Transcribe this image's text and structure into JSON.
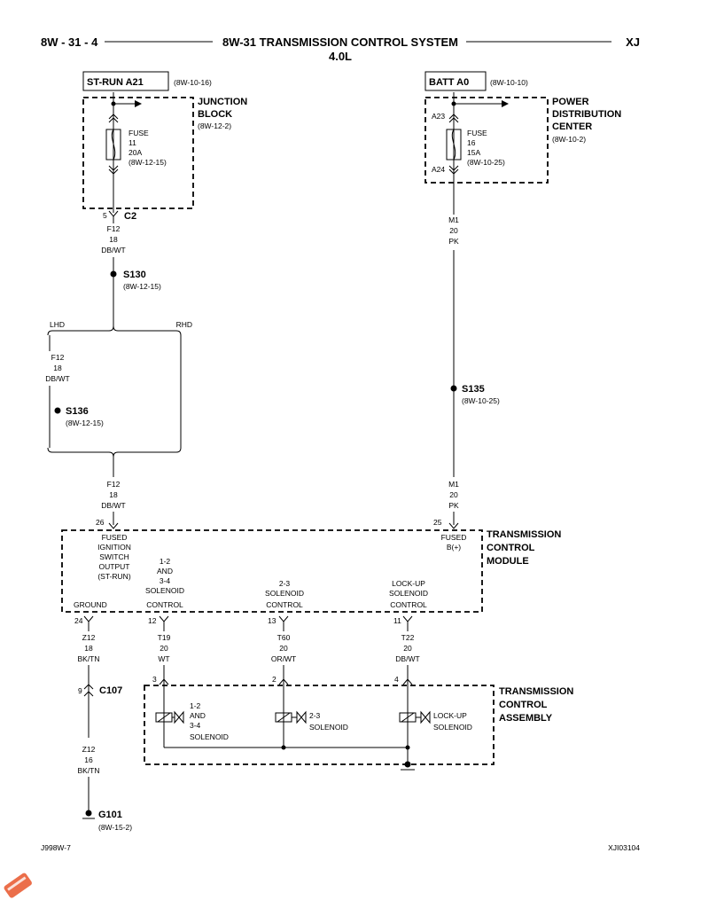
{
  "header": {
    "page_code": "8W - 31 - 4",
    "title": "8W-31 TRANSMISSION CONTROL SYSTEM",
    "vehicle": "XJ",
    "engine": "4.0L"
  },
  "footer": {
    "left_code": "J998W-7",
    "right_code": "XJI03104"
  },
  "sources": {
    "st_run": {
      "label": "ST-RUN A21",
      "ref": "(8W-10-16)"
    },
    "batt": {
      "label": "BATT A0",
      "ref": "(8W-10-10)"
    }
  },
  "junction_block": {
    "name_line1": "JUNCTION",
    "name_line2": "BLOCK",
    "ref": "(8W-12-2)",
    "fuse": [
      "FUSE",
      "11",
      "20A",
      "(8W-12-15)"
    ]
  },
  "pdc": {
    "name_line1": "POWER",
    "name_line2": "DISTRIBUTION",
    "name_line3": "CENTER",
    "ref": "(8W-10-2)",
    "cavity_in": "A23",
    "cavity_out": "A24",
    "fuse": [
      "FUSE",
      "16",
      "15A",
      "(8W-10-25)"
    ]
  },
  "connector_c2": {
    "pin": "5",
    "name": "C2"
  },
  "wire_f12_top": [
    "F12",
    "18",
    "DB/WT"
  ],
  "wire_m1_top": [
    "M1",
    "20",
    "PK"
  ],
  "splice_s130": {
    "name": "S130",
    "ref": "(8W-12-15)"
  },
  "lhd_label": "LHD",
  "rhd_label": "RHD",
  "wire_f12_lhd": [
    "F12",
    "18",
    "DB/WT"
  ],
  "splice_s136": {
    "name": "S136",
    "ref": "(8W-12-15)"
  },
  "splice_s135": {
    "name": "S135",
    "ref": "(8W-10-25)"
  },
  "wire_f12_bottom": [
    "F12",
    "18",
    "DB/WT"
  ],
  "wire_m1_bottom": [
    "M1",
    "20",
    "PK"
  ],
  "tcm": {
    "name_line1": "TRANSMISSION",
    "name_line2": "CONTROL",
    "name_line3": "MODULE",
    "pin_26": "26",
    "pin_25": "25",
    "fused_ign": [
      "FUSED",
      "IGNITION",
      "SWITCH",
      "OUTPUT",
      "(ST-RUN)"
    ],
    "fused_b": [
      "FUSED",
      "B(+)"
    ],
    "sol_12_34": [
      "1-2",
      "AND",
      "3-4",
      "SOLENOID",
      "CONTROL"
    ],
    "sol_23": [
      "2-3",
      "SOLENOID",
      "CONTROL"
    ],
    "lockup": [
      "LOCK-UP",
      "SOLENOID",
      "CONTROL"
    ],
    "ground": "GROUND",
    "pin_24": "24",
    "pin_12": "12",
    "pin_13": "13",
    "pin_11": "11"
  },
  "wire_z12_top": [
    "Z12",
    "18",
    "BK/TN"
  ],
  "wire_t19": [
    "T19",
    "20",
    "WT"
  ],
  "wire_t60": [
    "T60",
    "20",
    "OR/WT"
  ],
  "wire_t22": [
    "T22",
    "20",
    "DB/WT"
  ],
  "connector_c107": {
    "pin": "9",
    "name": "C107"
  },
  "wire_z12_bottom": [
    "Z12",
    "16",
    "BK/TN"
  ],
  "ground_g101": {
    "name": "G101",
    "ref": "(8W-15-2)"
  },
  "tca": {
    "name_line1": "TRANSMISSION",
    "name_line2": "CONTROL",
    "name_line3": "ASSEMBLY",
    "pin_3": "3",
    "pin_2": "2",
    "pin_4": "4",
    "sol_12_34": [
      "1-2",
      "AND",
      "3-4",
      "SOLENOID"
    ],
    "sol_23": [
      "2-3",
      "SOLENOID"
    ],
    "sol_lockup": [
      "LOCK-UP",
      "SOLENOID"
    ]
  }
}
